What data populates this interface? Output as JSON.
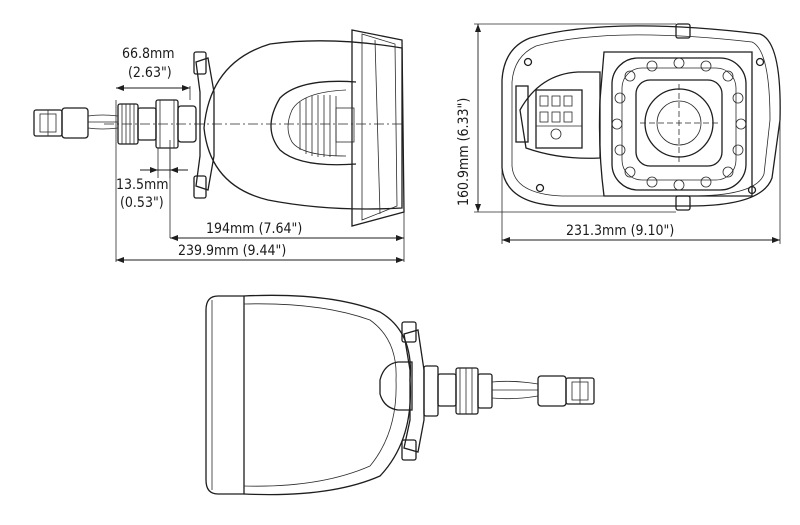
{
  "dimensions": {
    "bracket_depth": "66.8mm",
    "bracket_depth_in": "(2.63\")",
    "stud_offset": "13.5mm",
    "stud_offset_in": "(0.53\")",
    "housing_depth": "194mm (7.64\")",
    "overall_depth": "239.9mm (9.44\")",
    "height": "160.9mm (6.33\")",
    "width": "231.3mm (9.10\")"
  }
}
